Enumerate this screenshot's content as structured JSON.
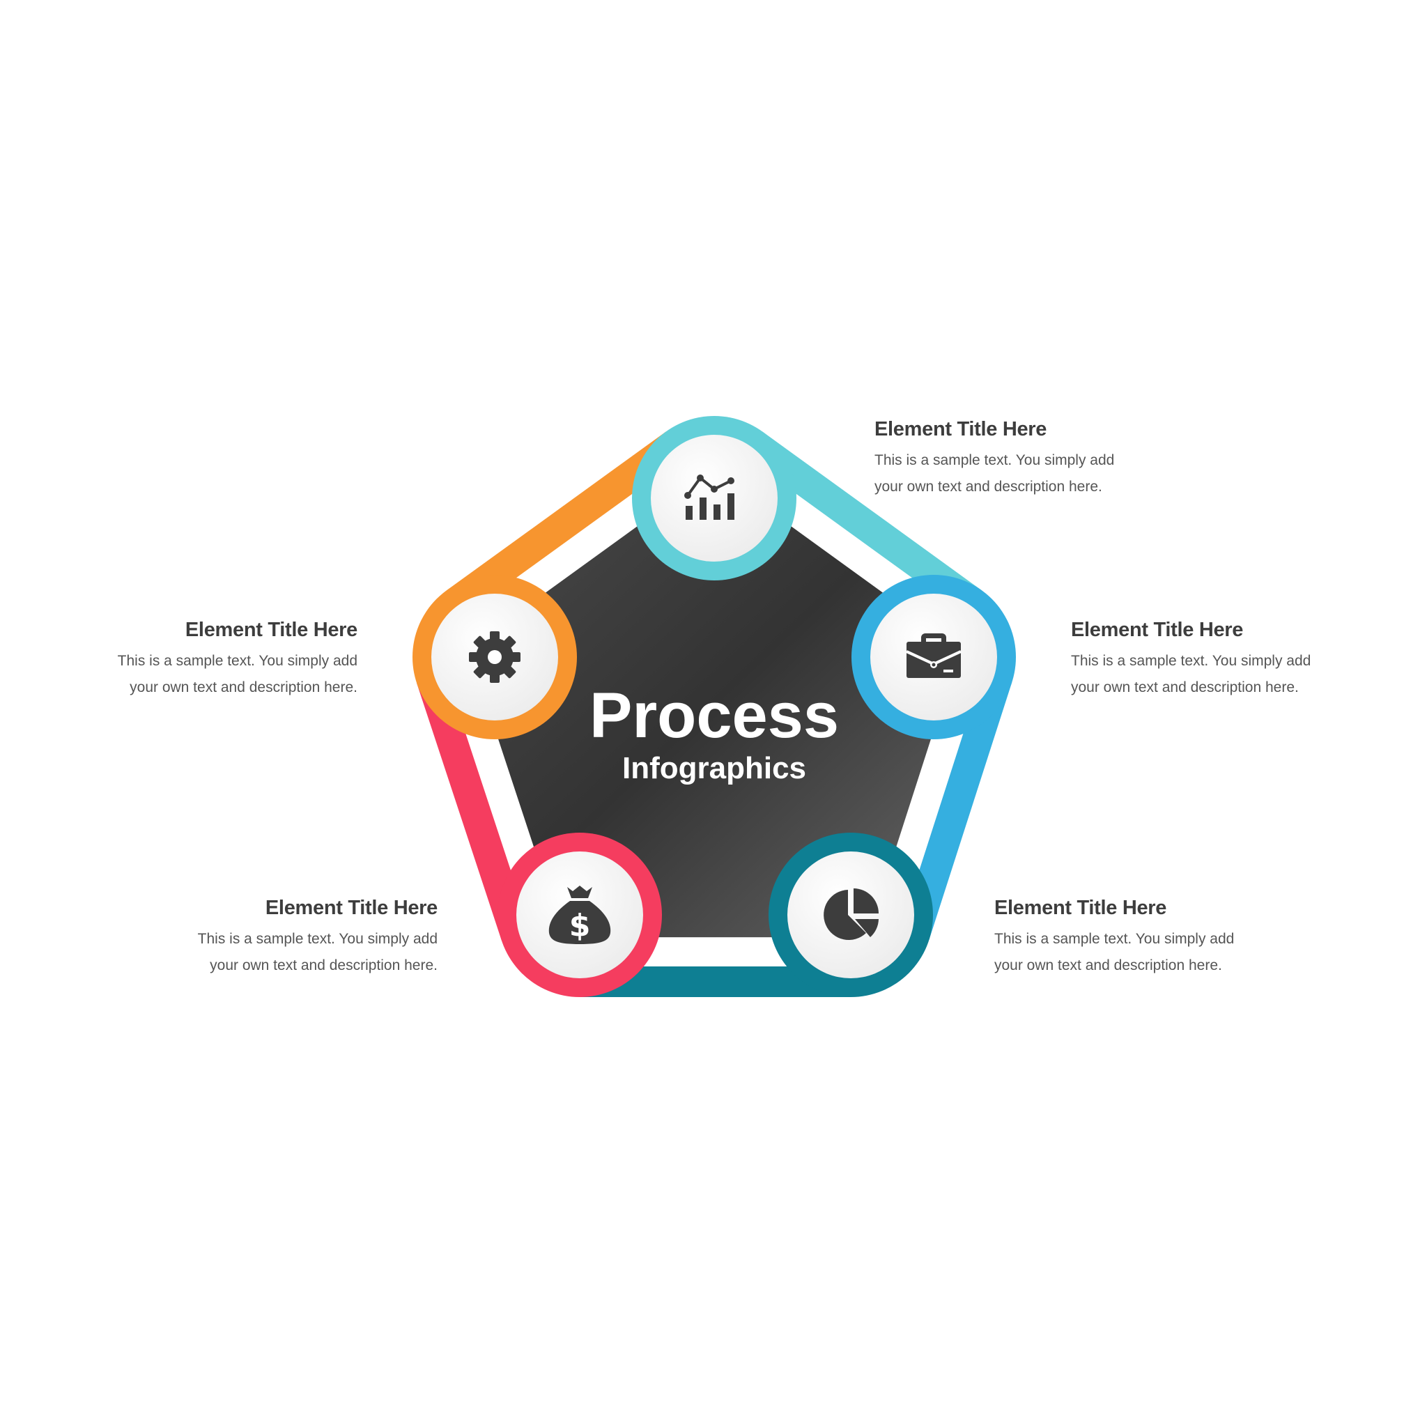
{
  "center": {
    "title": "Process",
    "subtitle": "Infographics"
  },
  "colors": {
    "orange": "#f7952f",
    "cyan": "#62cfd8",
    "blue": "#35afe0",
    "teal": "#0e7f93",
    "red": "#f53d5f",
    "dark": "#3a3a3a",
    "icon": "#3d3d3d"
  },
  "nodes": [
    {
      "icon": "chart-icon",
      "color": "#62cfd8",
      "title": "Element Title Here",
      "line1": "This is a sample text. You simply add",
      "line2": "your own text and description here."
    },
    {
      "icon": "briefcase-icon",
      "color": "#35afe0",
      "title": "Element Title Here",
      "line1": "This is a sample text. You simply add",
      "line2": "your own text and description here."
    },
    {
      "icon": "pie-chart-icon",
      "color": "#0e7f93",
      "title": "Element Title Here",
      "line1": "This is a sample text. You simply add",
      "line2": "your own text and description here."
    },
    {
      "icon": "money-bag-icon",
      "color": "#f53d5f",
      "title": "Element Title Here",
      "line1": "This is a sample text. You simply add",
      "line2": "your own text and description here."
    },
    {
      "icon": "gear-icon",
      "color": "#f7952f",
      "title": "Element Title Here",
      "line1": "This is a sample text. You simply add",
      "line2": "your own text and description here."
    }
  ]
}
